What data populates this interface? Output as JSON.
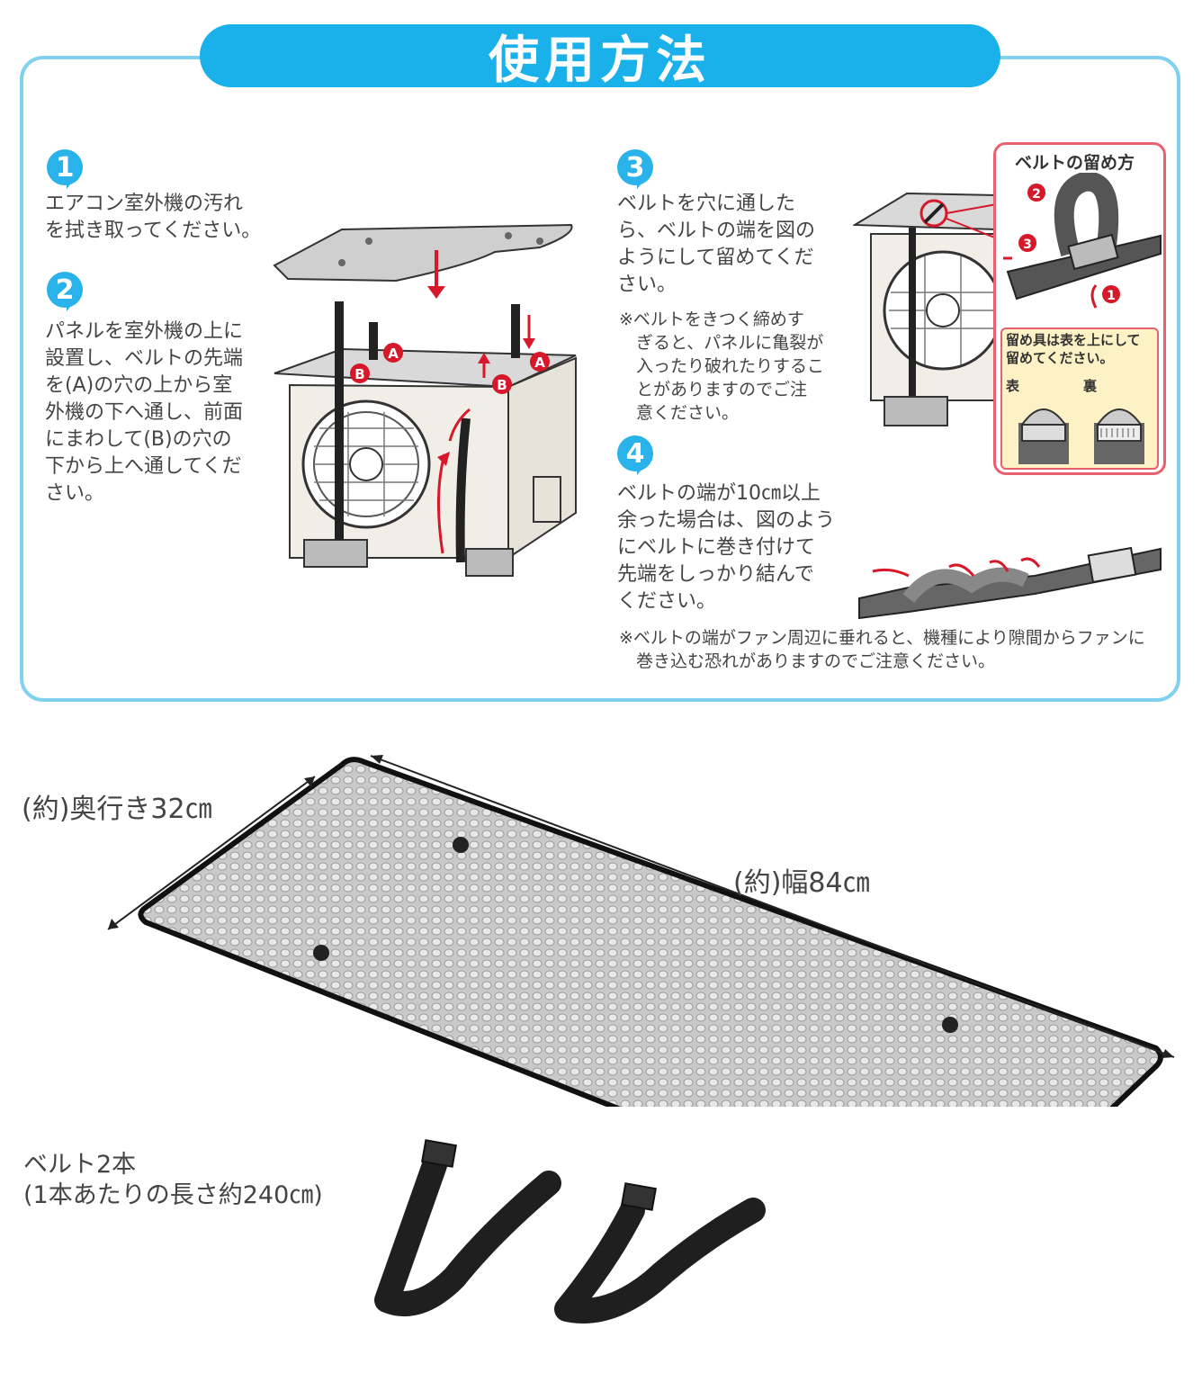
{
  "title": "使用方法",
  "steps": [
    {
      "number": "1",
      "text": "エアコン室外機の汚れ\nを拭き取ってください。"
    },
    {
      "number": "2",
      "text": "パネルを室外機の上に\n設置し、ベルトの先端\nを(A)の穴の上から室\n外機の下へ通し、前面\nにまわして(B)の穴の\n下から上へ通してくだ\nさい。"
    },
    {
      "number": "3",
      "text": "ベルトを穴に通した\nら、ベルトの端を図の\nようにして留めてくだ\nさい。"
    },
    {
      "number": "4",
      "text": "ベルトの端が10㎝以上\n余った場合は、図のよう\nにベルトに巻き付けて\n先端をしっかり結んで\nください。"
    }
  ],
  "note_step3": "※ベルトをきつく締めす\n　ぎると、パネルに亀裂が\n　入ったり破れたりするこ\n　とがありますのでご注\n　意ください。",
  "note_bottom": "※ベルトの端がファン周辺に垂れると、機種により隙間からファンに\n　巻き込む恐れがありますのでご注意ください。",
  "diagram_labels": {
    "a": "A",
    "b": "B"
  },
  "fastening_box": {
    "title": "ベルトの留め方",
    "marks": [
      "1",
      "2",
      "3"
    ],
    "note": "留め具は表を上にして\n留めてください。",
    "front": "表",
    "back": "裏"
  },
  "dimensions": {
    "depth": "(約)奥行き32㎝",
    "width": "(約)幅84㎝"
  },
  "belt_info": {
    "line1": "ベルト2本",
    "line2": "(1本あたりの長さ約240㎝)"
  },
  "colors": {
    "accent_blue": "#1ab0ea",
    "frame_blue": "#7fd1ef",
    "arrow_red": "#d6182a",
    "box_pink": "#e8616e"
  }
}
